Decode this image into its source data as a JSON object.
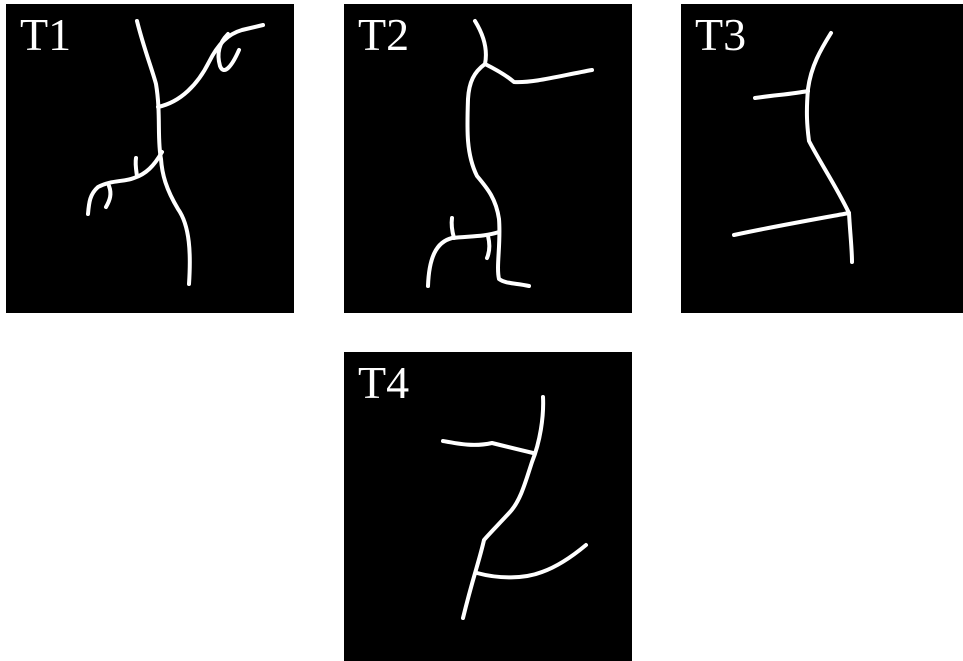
{
  "panels": [
    {
      "label": "T1"
    },
    {
      "label": "T2"
    },
    {
      "label": "T3"
    },
    {
      "label": "T4"
    }
  ],
  "colors": {
    "background": "#000000",
    "vessel_stroke": "#ffffff",
    "page": "#ffffff"
  }
}
